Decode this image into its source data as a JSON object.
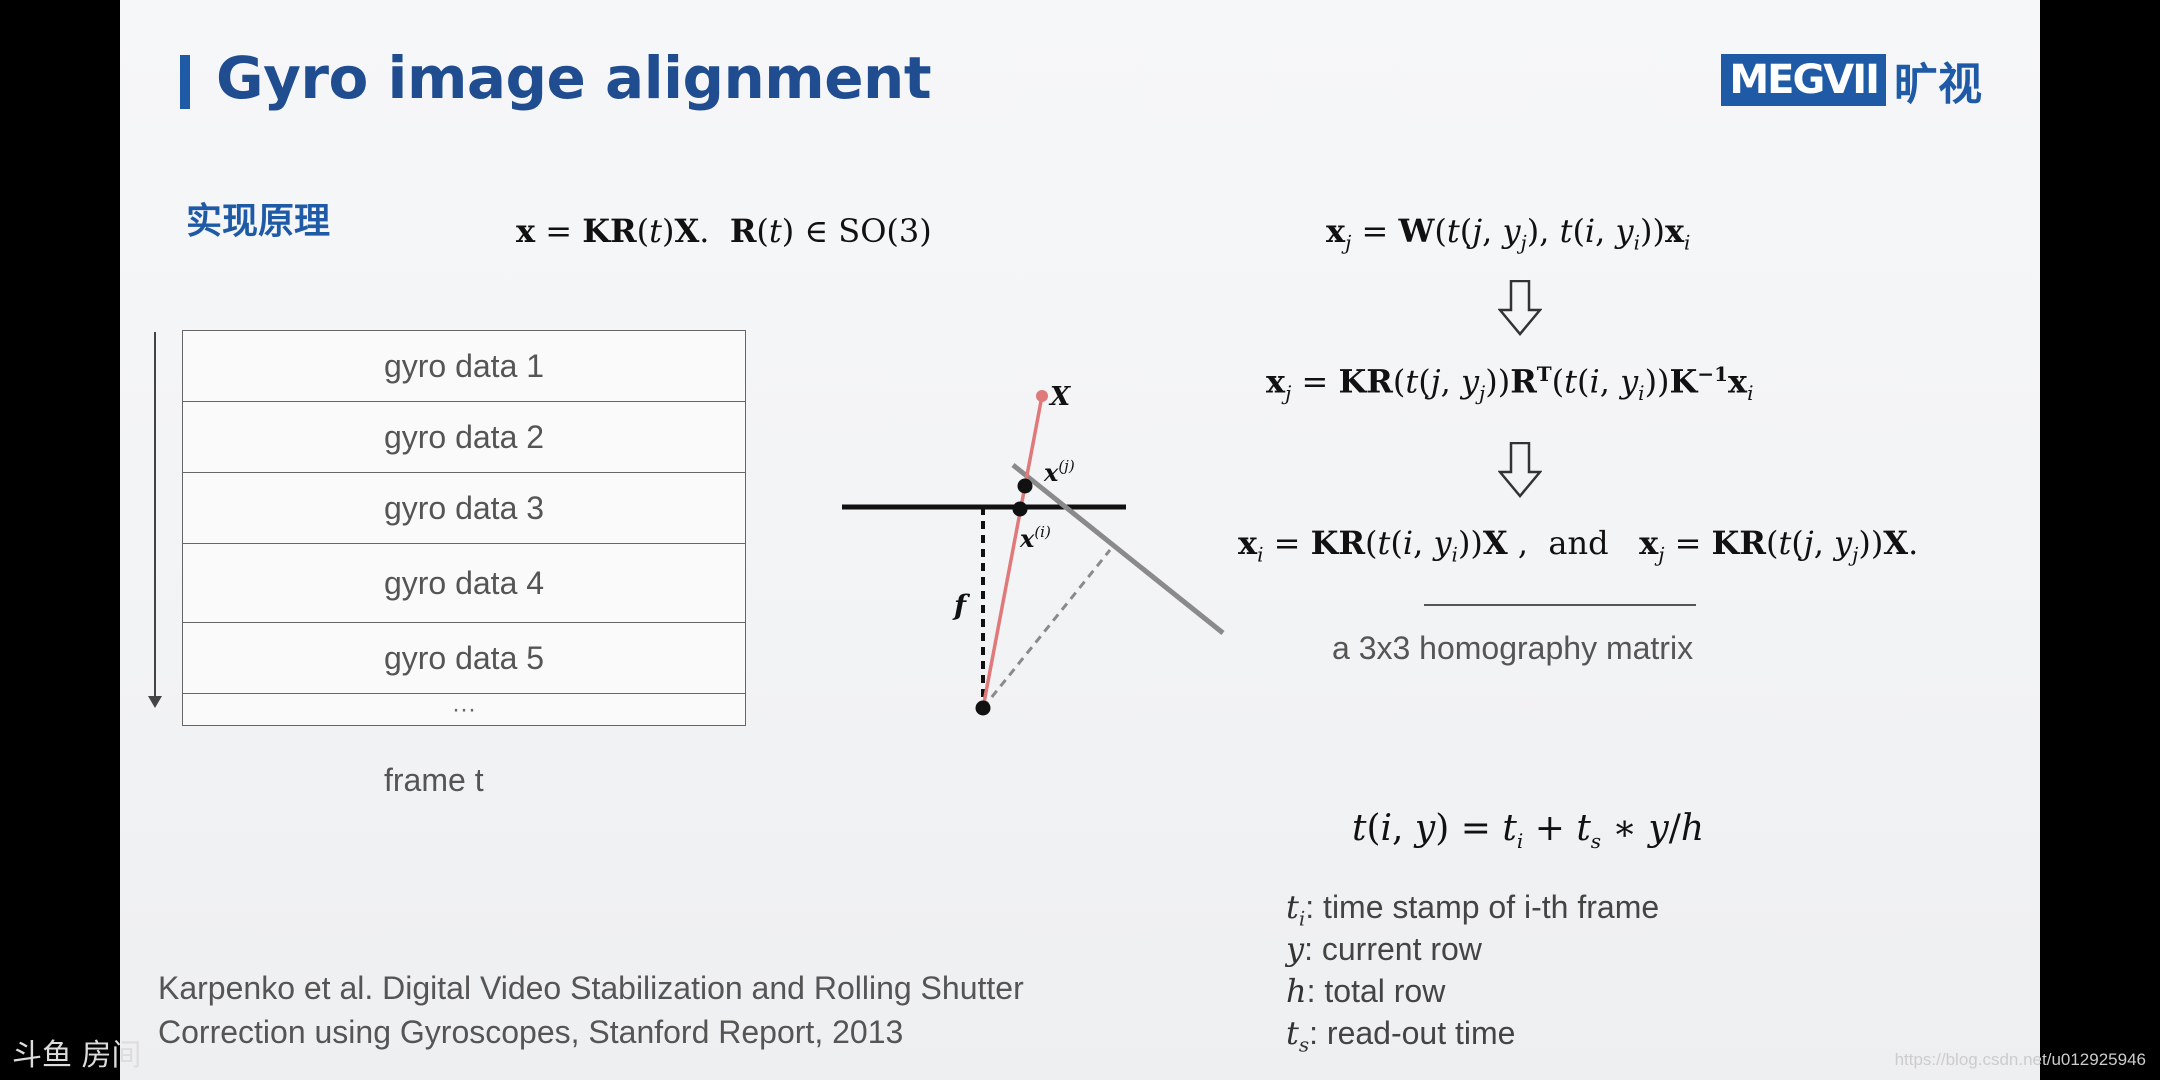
{
  "slide": {
    "title": "Gyro image alignment",
    "logo": {
      "mark": "MEGVII",
      "cn": "旷视"
    },
    "section_heading": "实现原理"
  },
  "equations": {
    "projection": "x = KR(t)X.  R(t) ∈ SO(3)",
    "warp": "x_j = W(t(j, y_j), t(i, y_i)) x_i",
    "expanded": "x_j = KR(t(j, y_j)) R^T(t(i, y_i)) K^-1 x_i",
    "pair_left": "x_i = KR(t(i, y_i))X ,",
    "pair_and": "and",
    "pair_right": "x_j = KR(t(j, y_j))X.",
    "time_model": "t(i, y) = t_i + t_s * y/h"
  },
  "gyro_table": {
    "rows": [
      "gyro data 1",
      "gyro data 2",
      "gyro data 3",
      "gyro data 4",
      "gyro data 5"
    ],
    "ellipsis": "···",
    "caption": "frame t"
  },
  "projection_diagram": {
    "point_world": "X",
    "point_j": "x(j)",
    "point_i": "x(i)",
    "focal": "f"
  },
  "homography_note": "a 3x3 homography matrix",
  "legend": [
    {
      "sym": "t",
      "sub": "i",
      "text": ": time stamp of i-th frame"
    },
    {
      "sym": "y",
      "sub": "",
      "text": ": current row"
    },
    {
      "sym": "h",
      "sub": "",
      "text": ": total row"
    },
    {
      "sym": "t",
      "sub": "s",
      "text": ": read-out time"
    }
  ],
  "reference": {
    "line1": "Karpenko et al. Digital Video Stabilization and Rolling Shutter",
    "line2": "Correction using Gyroscopes, Stanford Report, 2013"
  },
  "watermarks": {
    "left": "斗鱼 房间",
    "right": "https://blog.csdn.net/u012925946"
  },
  "colors": {
    "title": "#1f4d8f",
    "accent": "#1f5aa6",
    "ray": "#e07a7a"
  }
}
